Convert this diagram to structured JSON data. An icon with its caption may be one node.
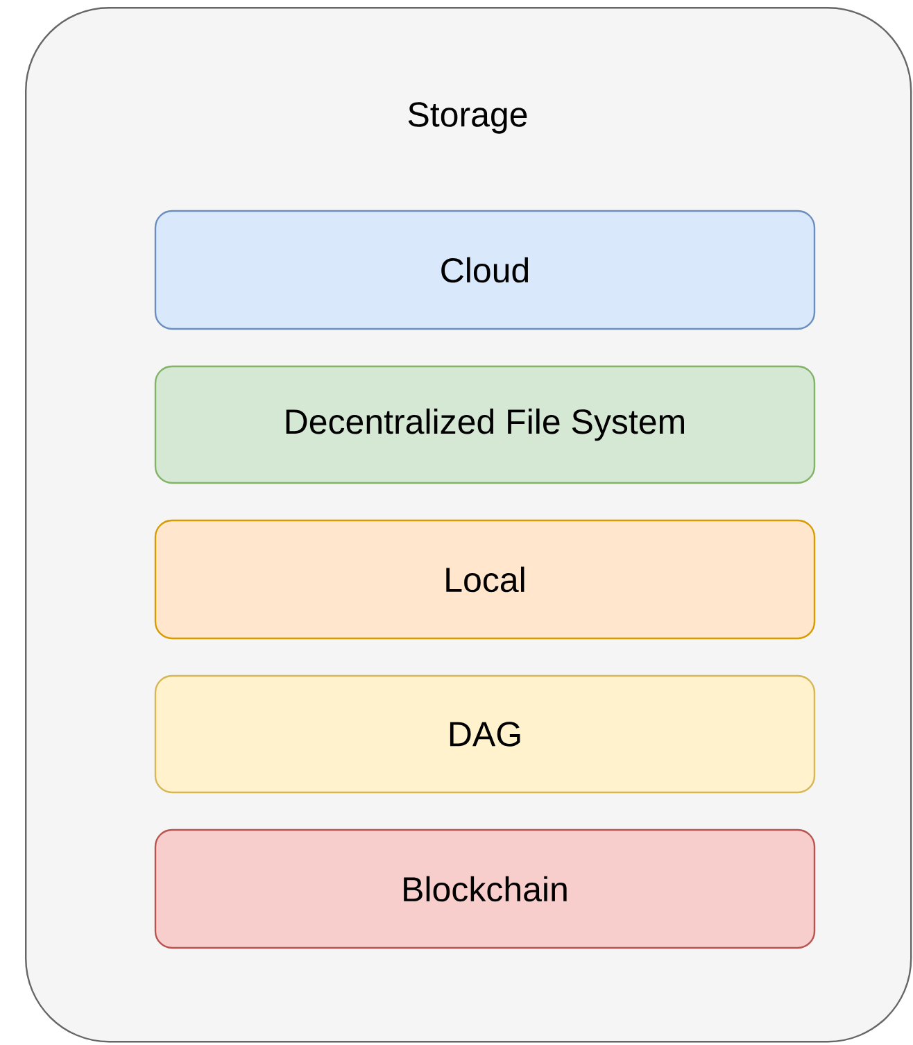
{
  "diagram": {
    "nodes": [
      {
        "text": [
          "Storage"
        ]
      },
      {
        "text": [
          "Cloud"
        ],
        "in": 0
      },
      {
        "text": [
          "Decentralized File System"
        ],
        "in": 0
      },
      {
        "text": [
          "Local"
        ],
        "in": 0
      },
      {
        "text": [
          "DAG"
        ],
        "in": 0
      },
      {
        "text": [
          "Blockchain"
        ],
        "in": 0
      }
    ]
  }
}
